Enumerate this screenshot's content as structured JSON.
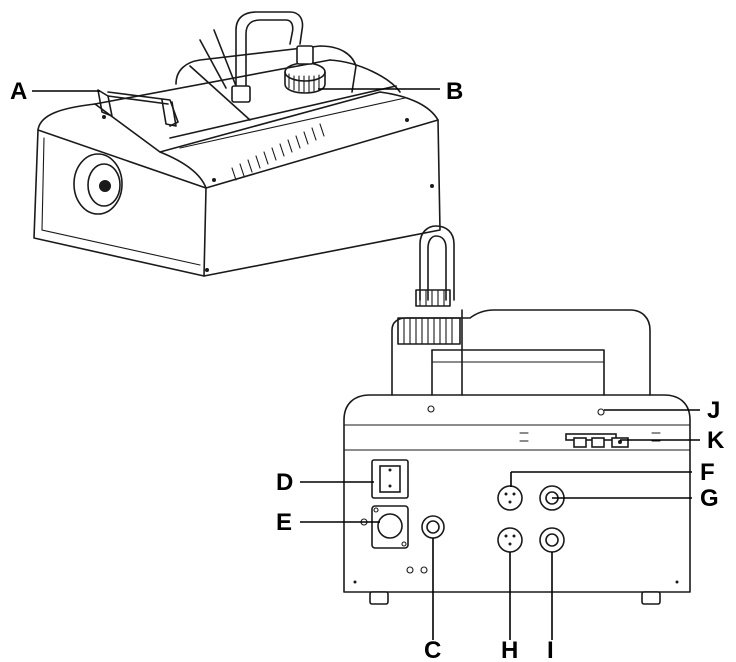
{
  "labels": {
    "A": "A",
    "B": "B",
    "C": "C",
    "D": "D",
    "E": "E",
    "F": "F",
    "G": "G",
    "H": "H",
    "I": "I",
    "J": "J",
    "K": "K"
  },
  "colors": {
    "line": "#1a1a1a",
    "background": "#ffffff"
  }
}
